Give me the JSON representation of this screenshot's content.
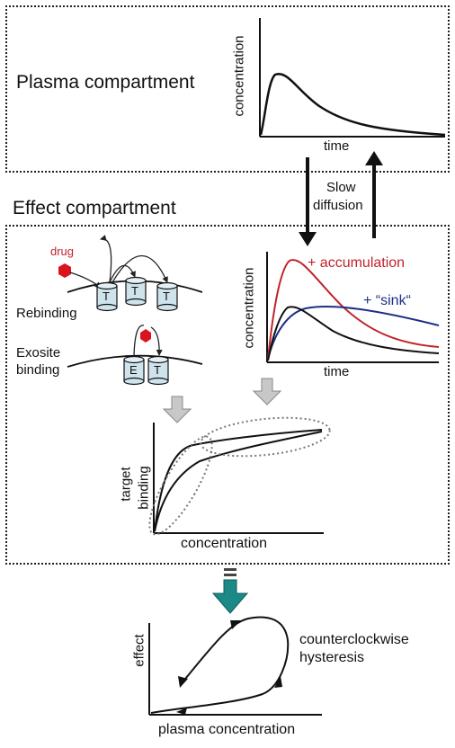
{
  "plasma": {
    "title": "Plasma compartment",
    "ylabel": "concentration",
    "xlabel": "time"
  },
  "transfer": {
    "label_line1": "Slow",
    "label_line2": "diffusion"
  },
  "effect": {
    "title": "Effect compartment",
    "drug_label": "drug",
    "rebinding_label": "Rebinding",
    "exosite_line1": "Exosite",
    "exosite_line2": "binding",
    "target_letter": "T",
    "exosite_letter": "E",
    "conc_chart": {
      "ylabel": "concentration",
      "xlabel": "time",
      "accumulation_label": "+ accumulation",
      "sink_label": "+ “sink“"
    },
    "binding_chart": {
      "ylabel_line1": "target",
      "ylabel_line2": "binding",
      "xlabel": "concentration"
    }
  },
  "hysteresis": {
    "ylabel": "effect",
    "xlabel": "plasma concentration",
    "label_line1": "counterclockwise",
    "label_line2": "hysteresis"
  },
  "colors": {
    "accumulation": "#c0242b",
    "sink": "#1f2f86",
    "teal_arrow": "#1b8a86",
    "drug": "#d9141c",
    "target_fill": "#cfe3ec",
    "grey_arrow": "#c8c8c8"
  }
}
